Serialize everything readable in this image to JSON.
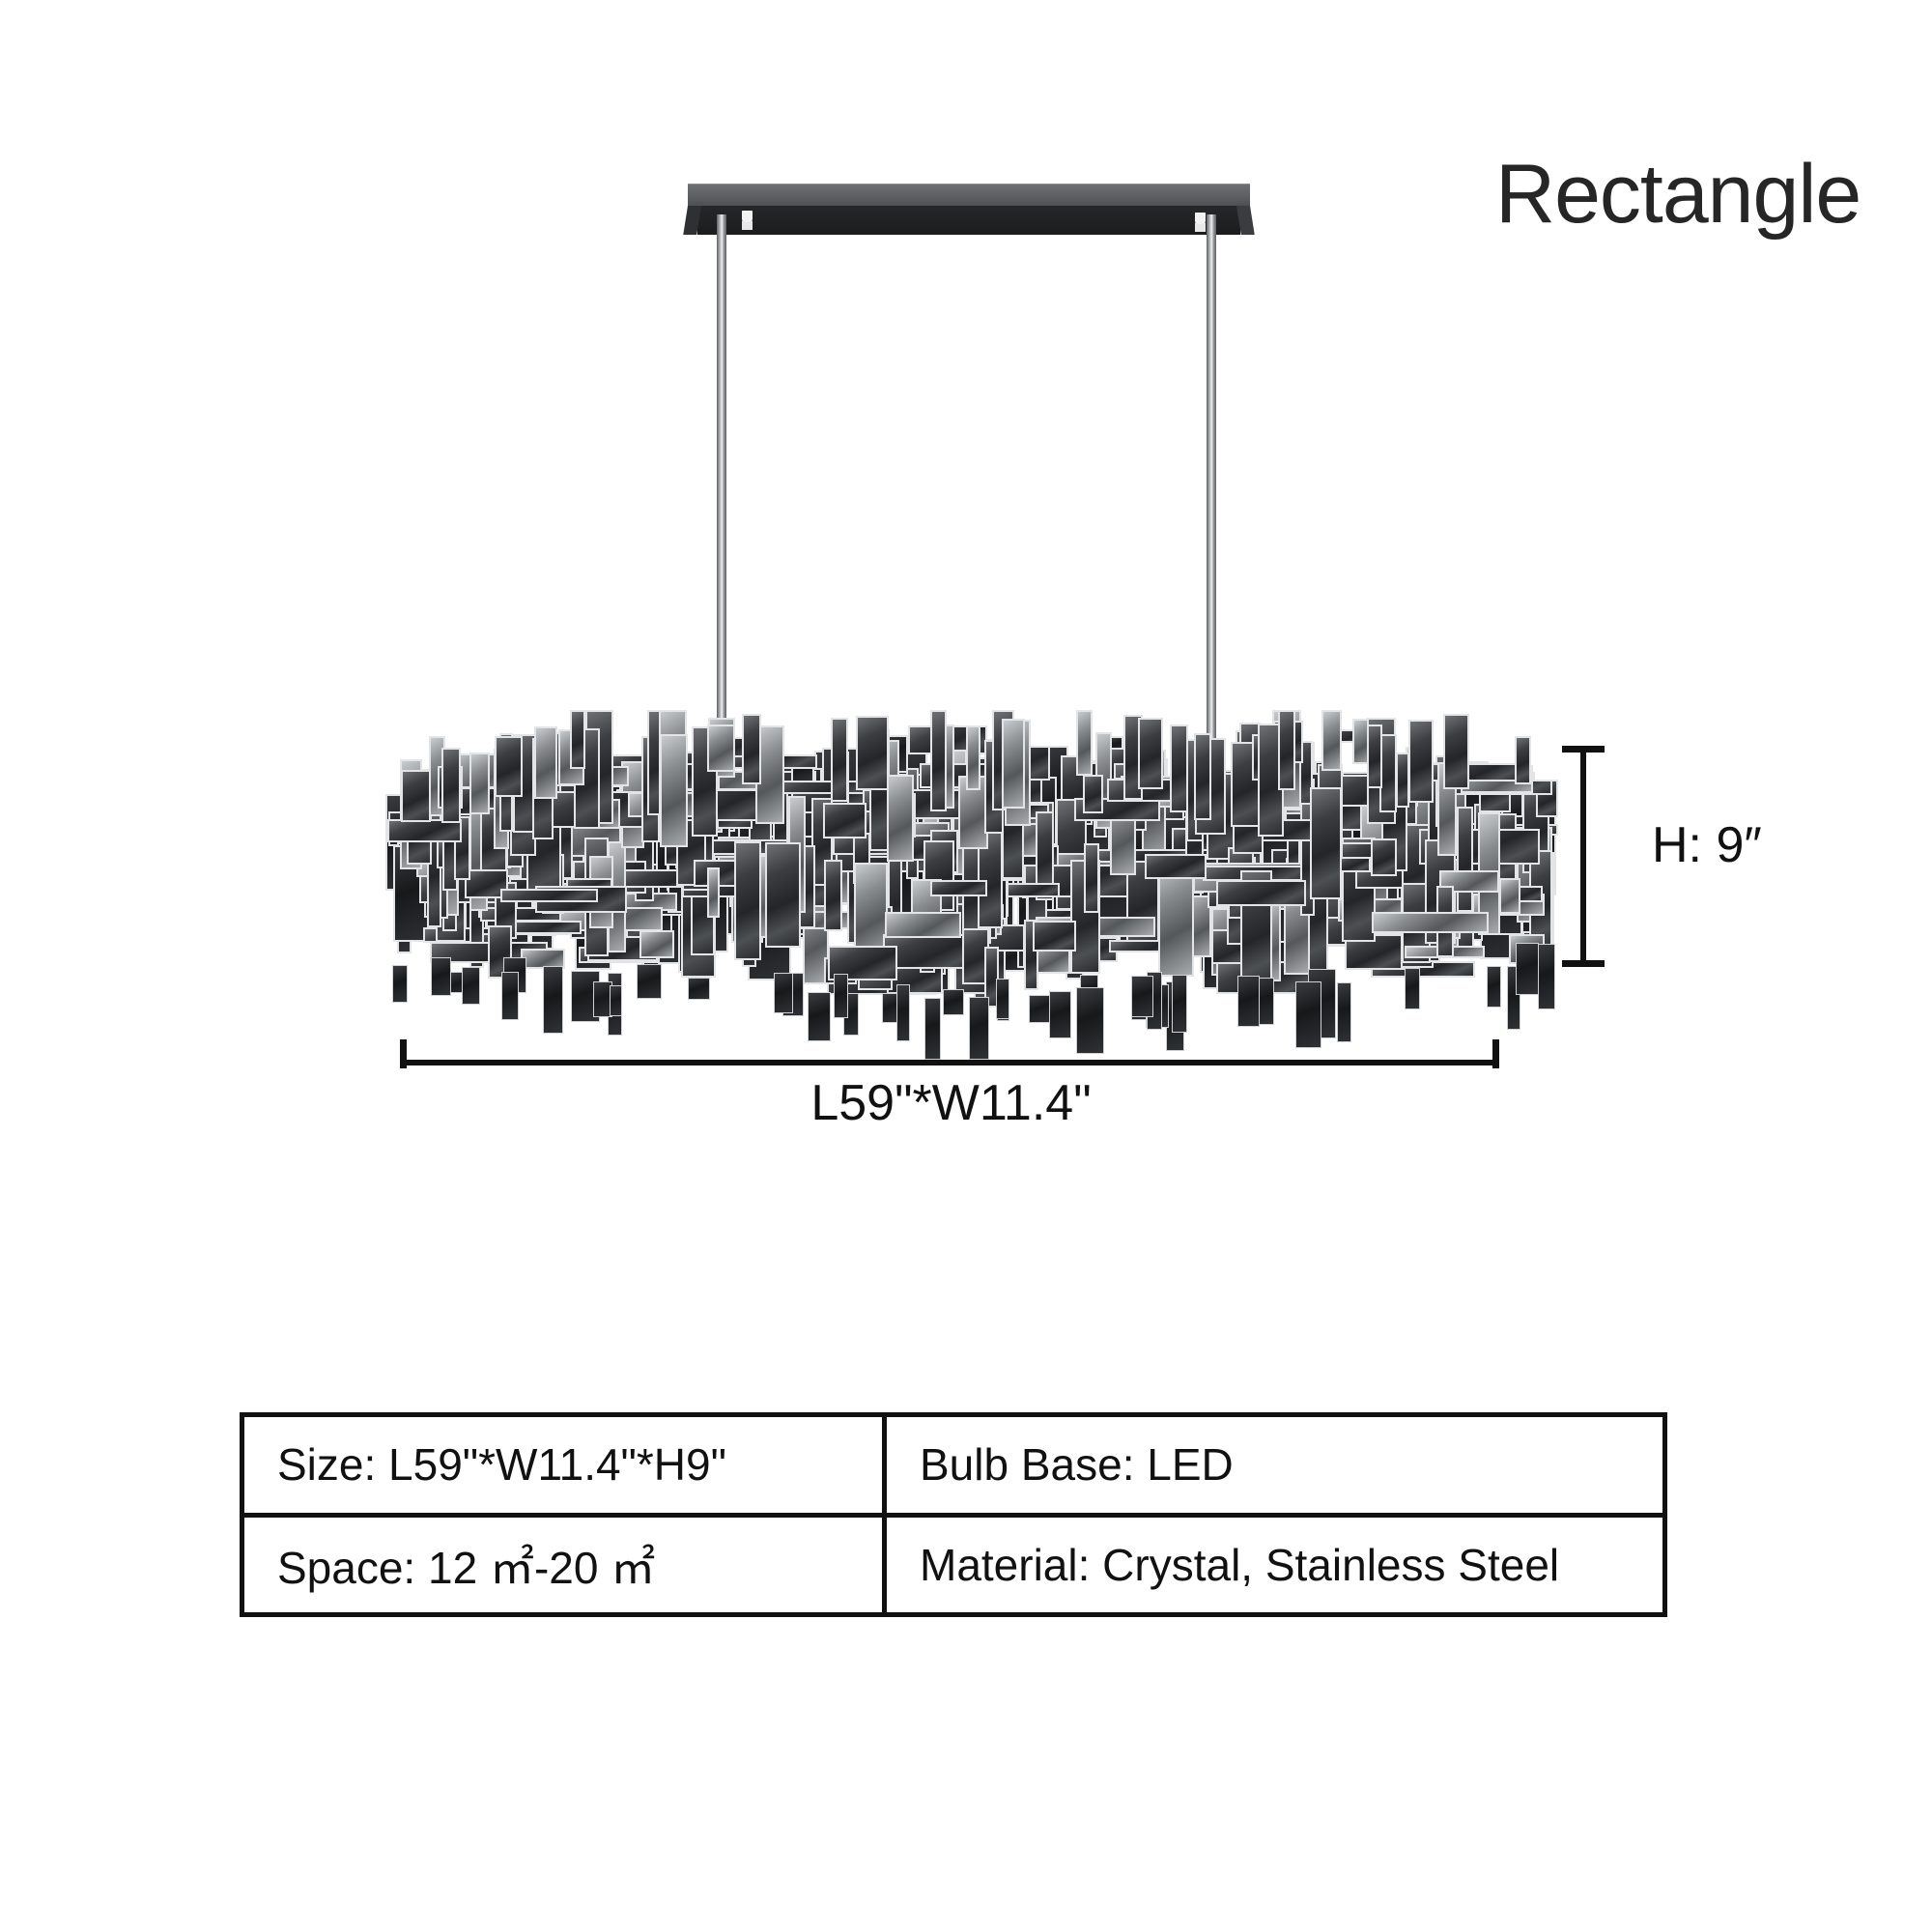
{
  "title": "Rectangle",
  "product": {
    "canopy": "ceiling-mount-plate",
    "rods": 2,
    "body": "crystal-mosaic-shade"
  },
  "dimensions": {
    "length_label": "L59\"*W11.4\"",
    "height_label": "H: 9″"
  },
  "spec_table": {
    "rows": [
      {
        "left": "Size:  L59\"*W11.4\"*H9\"",
        "right": "Bulb Base: LED"
      },
      {
        "left": "Space: 12 ㎡-20 ㎡",
        "right": "Material: Crystal, Stainless Steel"
      }
    ]
  },
  "colors": {
    "ink": "#111111",
    "canopy": "#5c5e61",
    "rod": "#b9bcbf",
    "crystal_dark": "#232528",
    "crystal_edge": "#e2e4e6",
    "background": "#ffffff"
  }
}
